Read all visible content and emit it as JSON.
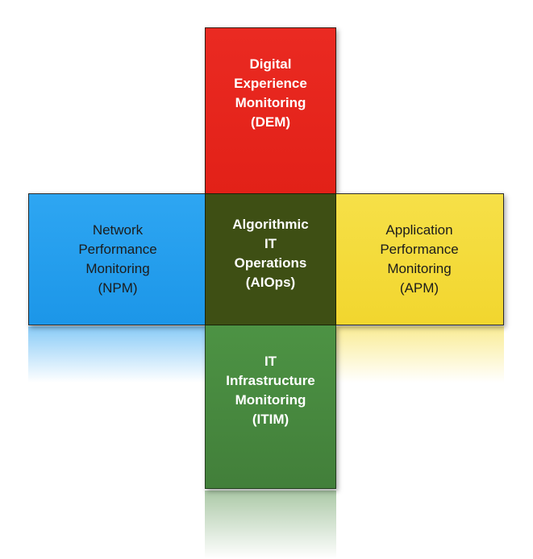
{
  "diagram": {
    "center": {
      "label": "Algorithmic\nIT\nOperations\n(AIOps)",
      "color": "#3e4f14"
    },
    "top": {
      "label": "Digital\nExperience\nMonitoring\n(DEM)",
      "color": "#e52520"
    },
    "left": {
      "label": "Network\nPerformance\nMonitoring\n(NPM)",
      "color": "#22a0ee"
    },
    "right": {
      "label": "Application\nPerformance\nMonitoring\n(APM)",
      "color": "#f4dc3c"
    },
    "bottom": {
      "label": "IT\nInfrastructure\nMonitoring\n(ITIM)",
      "color": "#4a8b40"
    }
  }
}
